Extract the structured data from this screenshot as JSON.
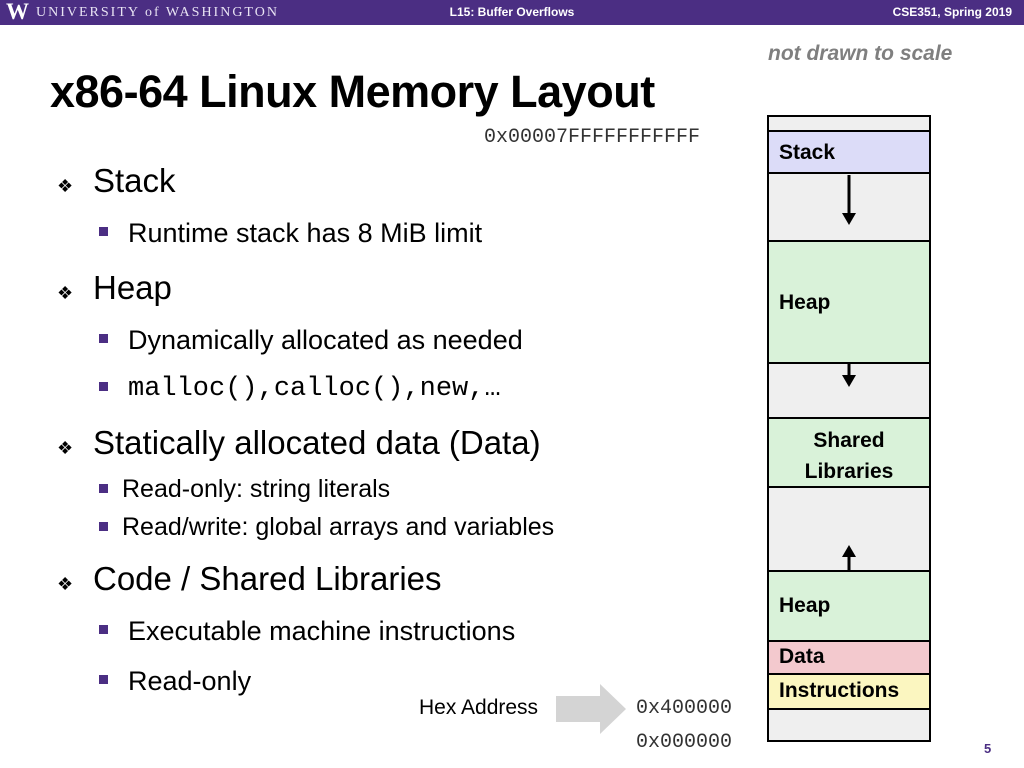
{
  "header": {
    "logo_letter": "W",
    "university": "UNIVERSITY of WASHINGTON",
    "lecture": "L15: Buffer Overflows",
    "course": "CSE351, Spring 2019"
  },
  "slide": {
    "scale_note": "not drawn to scale",
    "title": "x86-64 Linux Memory Layout",
    "page_number": "5"
  },
  "bullets": [
    {
      "text": "Stack",
      "sub": [
        "Runtime stack has 8 MiB limit"
      ]
    },
    {
      "text": "Heap",
      "sub": [
        "Dynamically allocated as needed",
        "malloc(),calloc(),new,…"
      ]
    },
    {
      "text": "Statically allocated data (Data)",
      "sub": [
        "Read-only:  string literals",
        "Read/write:  global arrays and variables"
      ]
    },
    {
      "text": "Code / Shared Libraries",
      "sub": [
        "Executable machine instructions",
        "Read-only"
      ]
    }
  ],
  "hex": {
    "label": "Hex Address",
    "top_address": "0x00007FFFFFFFFFFF",
    "text_address": "0x400000",
    "bottom_address": "0x000000"
  },
  "memory": {
    "segments": [
      {
        "label": "Stack",
        "color": "#dcdcf8"
      },
      {
        "label": "Heap",
        "color": "#d9f2d9"
      },
      {
        "label": "Shared Libraries",
        "color": "#d9f2d9"
      },
      {
        "label": "Heap",
        "color": "#d9f2d9"
      },
      {
        "label": "Data",
        "color": "#f3c9ce"
      },
      {
        "label": "Instructions",
        "color": "#fbf6c0"
      }
    ],
    "empty_color": "#efefef",
    "accent_color": "#4b2e83"
  }
}
